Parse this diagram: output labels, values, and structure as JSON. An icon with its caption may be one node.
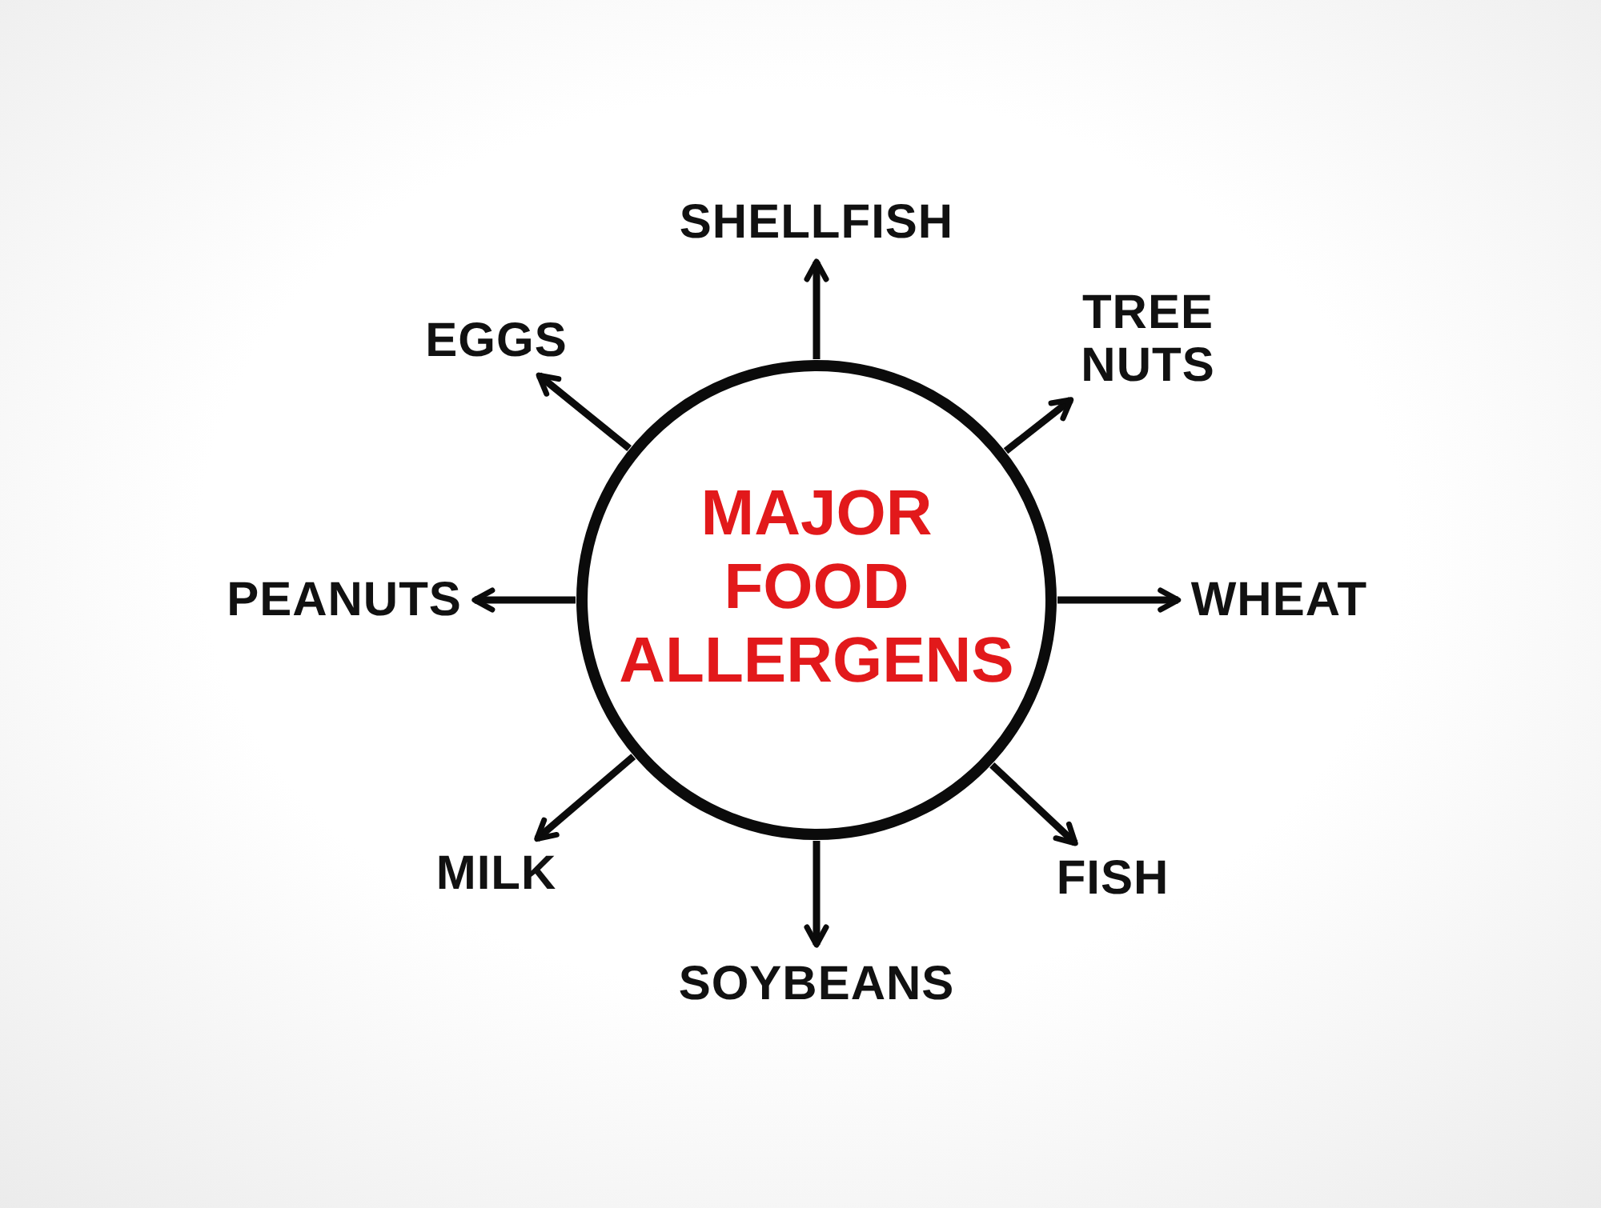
{
  "diagram": {
    "nodes": [
      {
        "text": [
          "MAJOR FOOD ALLERGENS"
        ]
      },
      {
        "text": [
          "SHELLFISH"
        ]
      },
      {
        "text": [
          "EGGS"
        ]
      },
      {
        "text": [
          "TREE NUTS"
        ]
      },
      {
        "text": [
          "PEANUTS"
        ]
      },
      {
        "text": [
          "WHEAT"
        ]
      },
      {
        "text": [
          "MILK"
        ]
      },
      {
        "text": [
          "FISH"
        ]
      },
      {
        "text": [
          "SOYBEANS"
        ]
      }
    ],
    "edges": [
      {
        "from": 0,
        "to": 1,
        "arrow": "to"
      },
      {
        "from": 0,
        "to": 2,
        "arrow": "to"
      },
      {
        "from": 0,
        "to": 3,
        "arrow": "to"
      },
      {
        "from": 0,
        "to": 4,
        "arrow": "to"
      },
      {
        "from": 0,
        "to": 5,
        "arrow": "to"
      },
      {
        "from": 0,
        "to": 6,
        "arrow": "to"
      },
      {
        "from": 0,
        "to": 7,
        "arrow": "to"
      },
      {
        "from": 0,
        "to": 8,
        "arrow": "to"
      }
    ]
  }
}
